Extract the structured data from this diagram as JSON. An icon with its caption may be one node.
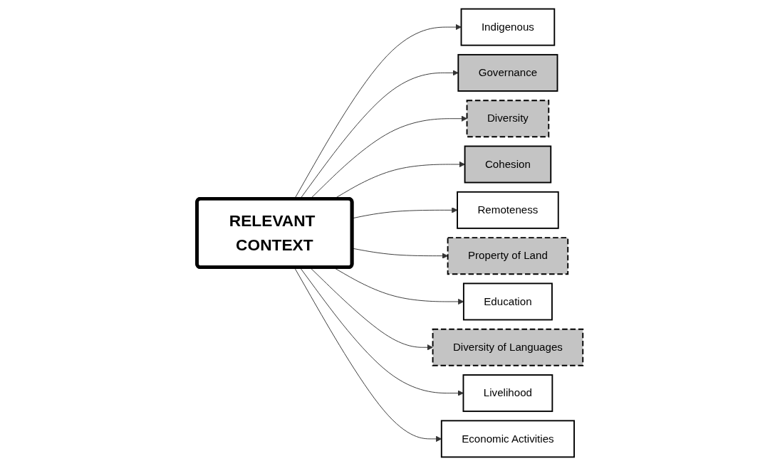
{
  "diagram": {
    "nodes": [
      {
        "text": [
          "Indigenous"
        ]
      },
      {
        "text": [
          "Governance"
        ]
      },
      {
        "text": [
          "Diversity"
        ]
      },
      {
        "text": [
          "Cohesion"
        ]
      },
      {
        "text": [
          "Remoteness"
        ]
      },
      {
        "text": [
          "RELEVANT CONTEXT"
        ]
      },
      {
        "text": [
          "Property of Land"
        ]
      },
      {
        "text": [
          "Education"
        ]
      },
      {
        "text": [
          "Diversity of Languages"
        ]
      },
      {
        "text": [
          "Livelihood"
        ]
      },
      {
        "text": [
          "Economic Activities"
        ]
      }
    ],
    "edges": [
      {
        "from": 5,
        "to": 0,
        "arrow": "to"
      },
      {
        "from": 5,
        "to": 1,
        "arrow": "to"
      },
      {
        "from": 5,
        "to": 2,
        "arrow": "to"
      },
      {
        "from": 5,
        "to": 3,
        "arrow": "to"
      },
      {
        "from": 5,
        "to": 4,
        "arrow": "to"
      },
      {
        "from": 5,
        "to": 6,
        "arrow": "to"
      },
      {
        "from": 5,
        "to": 7,
        "arrow": "to"
      },
      {
        "from": 5,
        "to": 8,
        "arrow": "to"
      },
      {
        "from": 5,
        "to": 9,
        "arrow": "to"
      },
      {
        "from": 5,
        "to": 10,
        "arrow": "to"
      }
    ]
  }
}
